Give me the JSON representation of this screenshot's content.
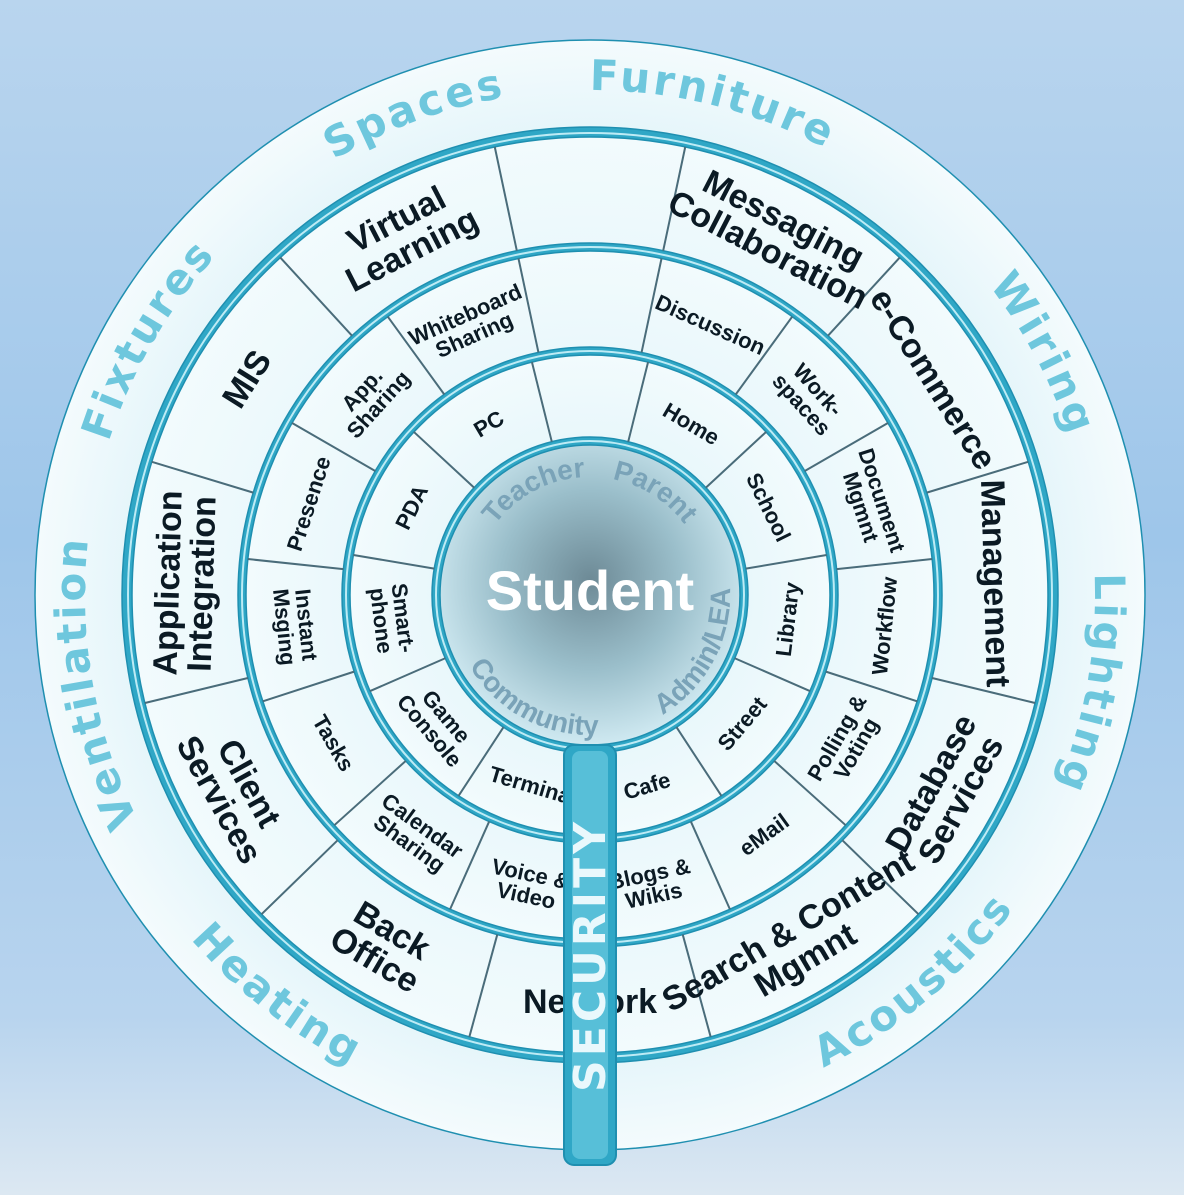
{
  "center_label": "Student",
  "inner_labels": [
    "Teacher",
    "Parent",
    "Admin/LEA",
    "Community"
  ],
  "environment": [
    "Furniture",
    "Wiring",
    "Lighting",
    "Acoustics",
    "Heating",
    "Ventilation",
    "Fixtures",
    "Spaces"
  ],
  "security_label": "SECURITY",
  "services": [
    [
      "Messaging",
      "Collaboration"
    ],
    [
      "e-Commerce"
    ],
    [
      "Management"
    ],
    [
      "Database",
      "Services"
    ],
    [
      "Search & Content",
      "Mgmnt"
    ],
    [
      "Network"
    ],
    [
      "Back",
      "Office"
    ],
    [
      "Client",
      "Services"
    ],
    [
      "Application",
      "Integration"
    ],
    [
      "MIS"
    ],
    [
      "Virtual",
      "Learning"
    ]
  ],
  "applications": [
    [
      "Discussion"
    ],
    [
      "Work-",
      "spaces"
    ],
    [
      "Document",
      "Mgmnt"
    ],
    [
      "Workflow"
    ],
    [
      "Polling &",
      "Voting"
    ],
    [
      "eMail"
    ],
    [
      "Blogs &",
      "Wikis"
    ],
    [
      "Voice &",
      "Video"
    ],
    [
      "Calendar",
      "Sharing"
    ],
    [
      "Tasks"
    ],
    [
      "Instant",
      "Msging"
    ],
    [
      "Presence"
    ],
    [
      "App.",
      "Sharing"
    ],
    [
      "Whiteboard",
      "Sharing"
    ]
  ],
  "access_points": [
    [
      "Home"
    ],
    [
      "School"
    ],
    [
      "Library"
    ],
    [
      "Street"
    ],
    [
      "Cafe"
    ],
    [
      "Terminal"
    ],
    [
      "Game",
      "Console"
    ],
    [
      "Smart-",
      "phone"
    ],
    [
      "PDA"
    ],
    [
      "PC"
    ]
  ],
  "colors": {
    "ring_light": "#e7f6fb",
    "ring_mid": "#a7dded",
    "band_teal": "#2fa7c6",
    "divider": "#4a6c7a",
    "env_text": "#6ec7dd",
    "label_text": "#0b1a24"
  }
}
